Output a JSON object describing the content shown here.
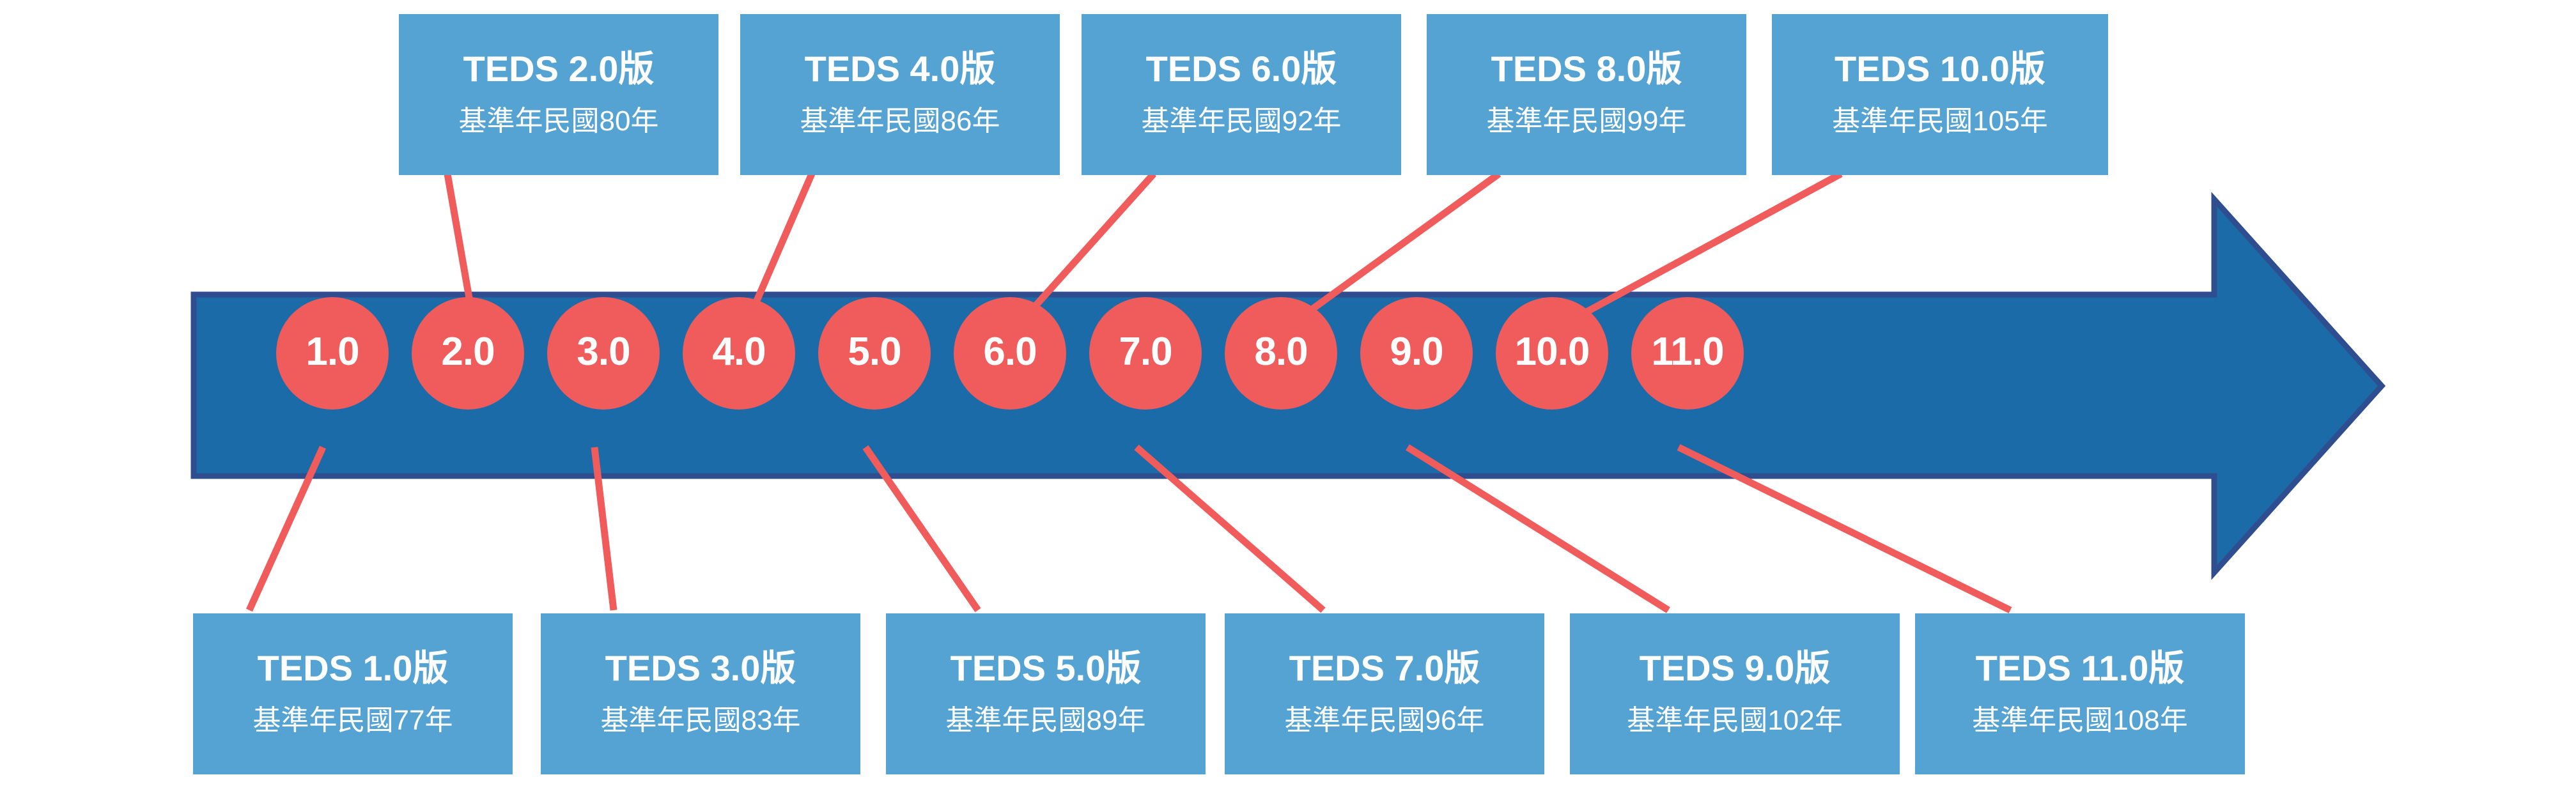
{
  "theme": {
    "arrow_fill": "#1B6BA8",
    "arrow_stroke": "#2F4E8F",
    "circle_fill": "#F05B5B",
    "box_fill": "#54A3D3",
    "connector_color": "#F05B5B",
    "text_color": "#FFFFFF",
    "background": "#FFFFFF"
  },
  "timeline": {
    "title_prefix": "TEDS",
    "baseline_label": "基準年民國",
    "year_suffix": "年",
    "markers": [
      {
        "id": "teds-1",
        "circle_label": "1.0",
        "box_title": "TEDS 1.0版",
        "box_sub": "基準年民國77年",
        "position": "bottom"
      },
      {
        "id": "teds-2",
        "circle_label": "2.0",
        "box_title": "TEDS 2.0版",
        "box_sub": "基準年民國80年",
        "position": "top"
      },
      {
        "id": "teds-3",
        "circle_label": "3.0",
        "box_title": "TEDS 3.0版",
        "box_sub": "基準年民國83年",
        "position": "bottom"
      },
      {
        "id": "teds-4",
        "circle_label": "4.0",
        "box_title": "TEDS 4.0版",
        "box_sub": "基準年民國86年",
        "position": "top"
      },
      {
        "id": "teds-5",
        "circle_label": "5.0",
        "box_title": "TEDS 5.0版",
        "box_sub": "基準年民國89年",
        "position": "bottom"
      },
      {
        "id": "teds-6",
        "circle_label": "6.0",
        "box_title": "TEDS 6.0版",
        "box_sub": "基準年民國92年",
        "position": "top"
      },
      {
        "id": "teds-7",
        "circle_label": "7.0",
        "box_title": "TEDS 7.0版",
        "box_sub": "基準年民國96年",
        "position": "bottom"
      },
      {
        "id": "teds-8",
        "circle_label": "8.0",
        "box_title": "TEDS 8.0版",
        "box_sub": "基準年民國99年",
        "position": "top"
      },
      {
        "id": "teds-9",
        "circle_label": "9.0",
        "box_title": "TEDS 9.0版",
        "box_sub": "基準年民國102年",
        "position": "bottom"
      },
      {
        "id": "teds-10",
        "circle_label": "10.0",
        "box_title": "TEDS 10.0版",
        "box_sub": "基準年民國105年",
        "position": "top"
      },
      {
        "id": "teds-11",
        "circle_label": "11.0",
        "box_title": "TEDS 11.0版",
        "box_sub": "基準年民國108年",
        "position": "bottom"
      }
    ]
  },
  "circles": [
    {
      "label": "1.0"
    },
    {
      "label": "2.0"
    },
    {
      "label": "3.0"
    },
    {
      "label": "4.0"
    },
    {
      "label": "5.0"
    },
    {
      "label": "6.0"
    },
    {
      "label": "7.0"
    },
    {
      "label": "8.0"
    },
    {
      "label": "9.0"
    },
    {
      "label": "10.0"
    },
    {
      "label": "11.0"
    }
  ],
  "top_boxes": [
    {
      "title": "TEDS 2.0版",
      "sub": "基準年民國80年"
    },
    {
      "title": "TEDS 4.0版",
      "sub": "基準年民國86年"
    },
    {
      "title": "TEDS 6.0版",
      "sub": "基準年民國92年"
    },
    {
      "title": "TEDS 8.0版",
      "sub": "基準年民國99年"
    },
    {
      "title": "TEDS 10.0版",
      "sub": "基準年民國105年"
    }
  ],
  "bottom_boxes": [
    {
      "title": "TEDS 1.0版",
      "sub": "基準年民國77年"
    },
    {
      "title": "TEDS 3.0版",
      "sub": "基準年民國83年"
    },
    {
      "title": "TEDS 5.0版",
      "sub": "基準年民國89年"
    },
    {
      "title": "TEDS 7.0版",
      "sub": "基準年民國96年"
    },
    {
      "title": "TEDS 9.0版",
      "sub": "基準年民國102年"
    },
    {
      "title": "TEDS 11.0版",
      "sub": "基準年民國108年"
    }
  ]
}
